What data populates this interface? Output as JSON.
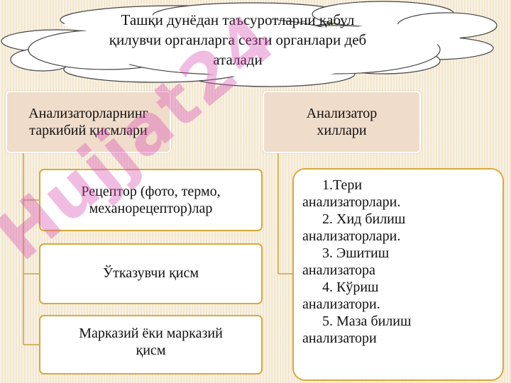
{
  "cloud": {
    "text_line1": "Ташқи дунёдан таъсуротларни қабул",
    "text_line2": "қилувчи органларга сезги органлари деб",
    "text_line3": "аталади"
  },
  "left_column": {
    "header_line1": "Анализаторларнинг",
    "header_line2": "таркибий қисмлари",
    "items": [
      {
        "line1": "Рецептор (фото, термо,",
        "line2": "механорецептор)лар"
      },
      {
        "line1": "Ўтказувчи қисм"
      },
      {
        "line1": "Марказий ёки марказий",
        "line2": "қисм"
      }
    ]
  },
  "right_column": {
    "header_line1": "Анализатор",
    "header_line2": "хиллари",
    "list": [
      {
        "first": "1.Тери",
        "rest": "анализаторлари."
      },
      {
        "first": "2. Хид билиш",
        "rest": "анализаторлари."
      },
      {
        "first": "3. Эшитиш",
        "rest": "анализатора"
      },
      {
        "first": "4. Кўриш",
        "rest": "анализатори."
      },
      {
        "first": "5. Маза билиш",
        "rest": "анализатори"
      }
    ]
  },
  "watermark": {
    "text": "Hujjat24"
  },
  "colors": {
    "background": "#f6ecd6",
    "header_fill": "#f0dccb",
    "item_border": "#d9a93a",
    "watermark": "#d750b4"
  }
}
